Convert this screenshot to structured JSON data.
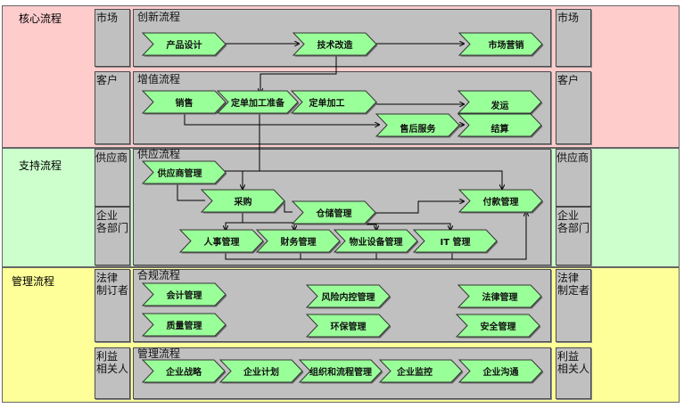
{
  "bands": [
    {
      "label": "核心流程",
      "color": "#ffcccc"
    },
    {
      "label": "支持流程",
      "color": "#ccffcc"
    },
    {
      "label": "管理流程",
      "color": "#ffff99"
    }
  ],
  "actors_left": [
    "市场",
    "客户",
    "供应商",
    "企业\n各部门",
    "法律\n制订者",
    "利益\n相关人"
  ],
  "actors_right": [
    "市场",
    "客户",
    "供应商",
    "企业\n各部门",
    "法律\n制定者",
    "利益\n相关人"
  ],
  "processes": [
    {
      "title": "创新流程",
      "steps": [
        "产品设计",
        "技术改造",
        "市场营销"
      ]
    },
    {
      "title": "增值流程",
      "steps": [
        "销售",
        "定单加工准备",
        "定单加工",
        "发运",
        "售后服务",
        "结算"
      ]
    },
    {
      "title": "供应流程",
      "steps": [
        "供应商管理",
        "采购",
        "仓储管理",
        "付款管理",
        "人事管理",
        "财务管理",
        "物业设备管理",
        "IT 管理"
      ]
    },
    {
      "title": "合规流程",
      "steps": [
        "会计管理",
        "风险内控管理",
        "法律管理",
        "质量管理",
        "环保管理",
        "安全管理"
      ]
    },
    {
      "title": "管理流程",
      "steps": [
        "企业战略",
        "企业计划",
        "组织和流程管理",
        "企业监控",
        "企业沟通"
      ]
    }
  ],
  "colors": {
    "chevron_fill": "#99ff99",
    "box_fill": "#c0c0c0"
  }
}
